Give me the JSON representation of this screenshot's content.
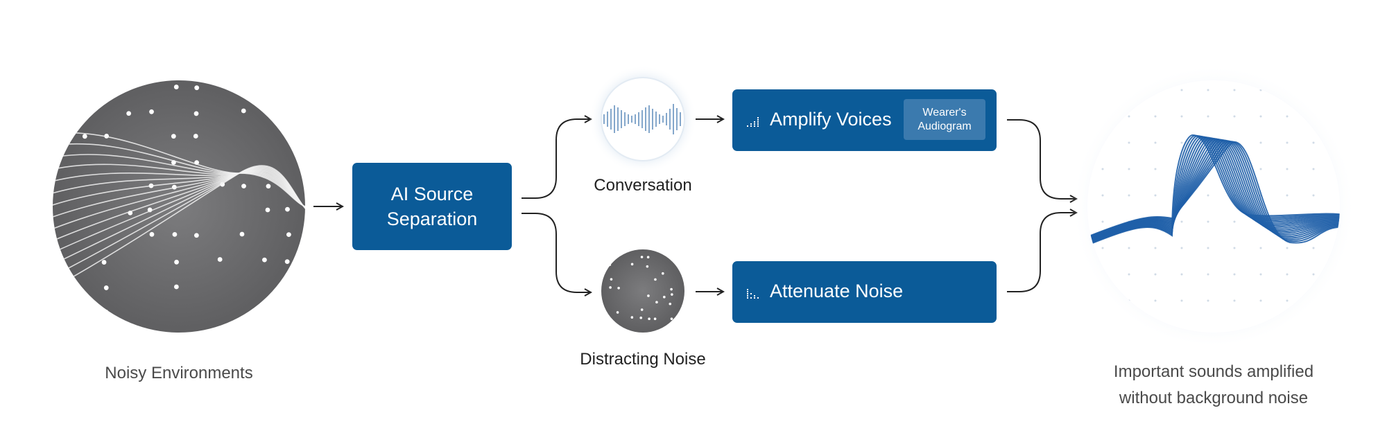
{
  "nodes": {
    "noisy_environments": {
      "label": "Noisy Environments"
    },
    "ai_separation": {
      "line1": "AI Source",
      "line2": "Separation"
    },
    "conversation": {
      "label": "Conversation"
    },
    "distracting_noise": {
      "label": "Distracting Noise"
    },
    "amplify_voices": {
      "title": "Amplify Voices",
      "badge_line1": "Wearer's",
      "badge_line2": "Audiogram"
    },
    "attenuate_noise": {
      "title": "Attenuate Noise"
    },
    "output": {
      "line1": "Important sounds amplified",
      "line2": "without background noise"
    }
  },
  "colors": {
    "primary_blue": "#0b5b98",
    "badge_blue": "#3b7aae",
    "noise_gray": "#6e6e70",
    "wave_blue": "#1f5fa8",
    "arrow": "#222222"
  }
}
